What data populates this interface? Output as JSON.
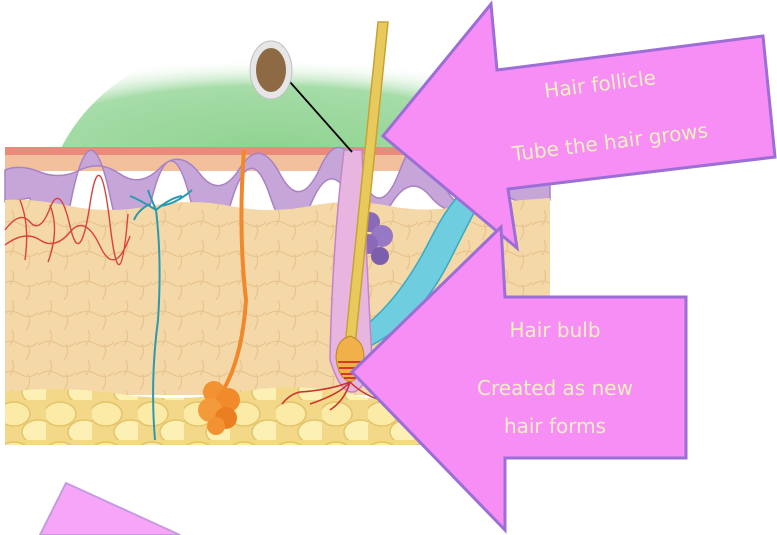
{
  "callouts": {
    "follicle": {
      "title": "Hair follicle",
      "description": "Tube the hair grows"
    },
    "bulb": {
      "title": "Hair bulb",
      "description_line1": "Created as new",
      "description_line2": "hair forms"
    }
  },
  "colors": {
    "arrow_fill": "#f78ef6",
    "arrow_stroke": "#9b6fd6",
    "arrow_text": "#f0f0c0",
    "sky": "#96d597",
    "skin_fat": "#f5d8a8",
    "hair_shaft": "#e6c45a",
    "gland_purple": "#8a6ab8",
    "vein_blue": "#4ec4d8",
    "nerve_orange": "#f0882c",
    "fat_yellow": "#f8e48a"
  },
  "icons": {
    "pore": "hair-pore-icon"
  }
}
